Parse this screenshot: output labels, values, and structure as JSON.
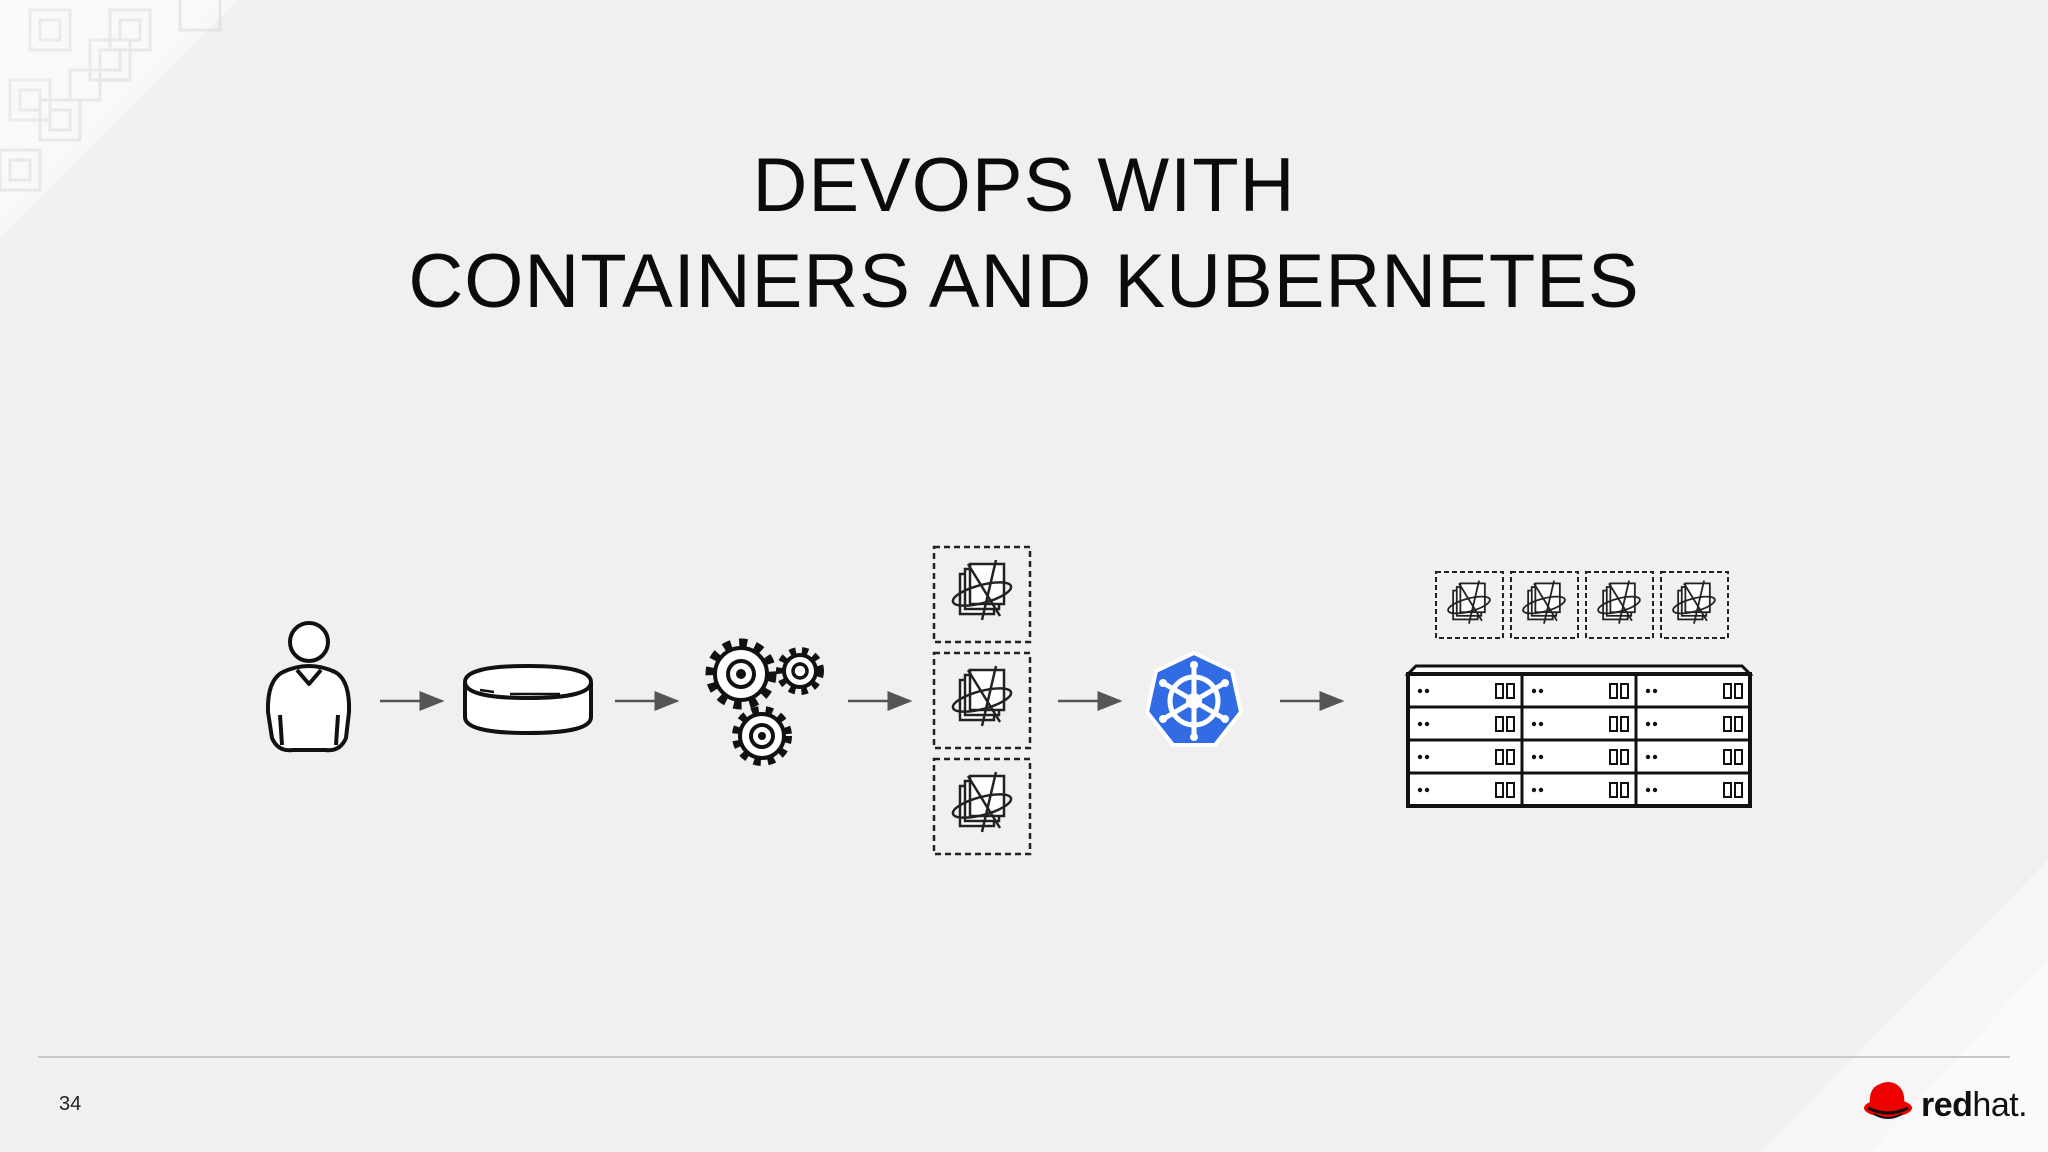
{
  "slide": {
    "title_line_1": "DEVOPS WITH",
    "title_line_2": "CONTAINERS AND KUBERNETES",
    "page_number": "34",
    "brand": {
      "bold": "red",
      "light": "hat."
    },
    "accent_color": "#ee0000",
    "kubernetes_color": "#326ce5"
  },
  "diagram": {
    "flow": [
      "developer-icon",
      "repository-icon",
      "build-gears-icon",
      "container-images-icon",
      "kubernetes-icon",
      "server-cluster-icon"
    ],
    "container_image_count": 3,
    "cluster_container_count": 4,
    "server_rack_columns": 3,
    "server_rack_rows": 4
  }
}
